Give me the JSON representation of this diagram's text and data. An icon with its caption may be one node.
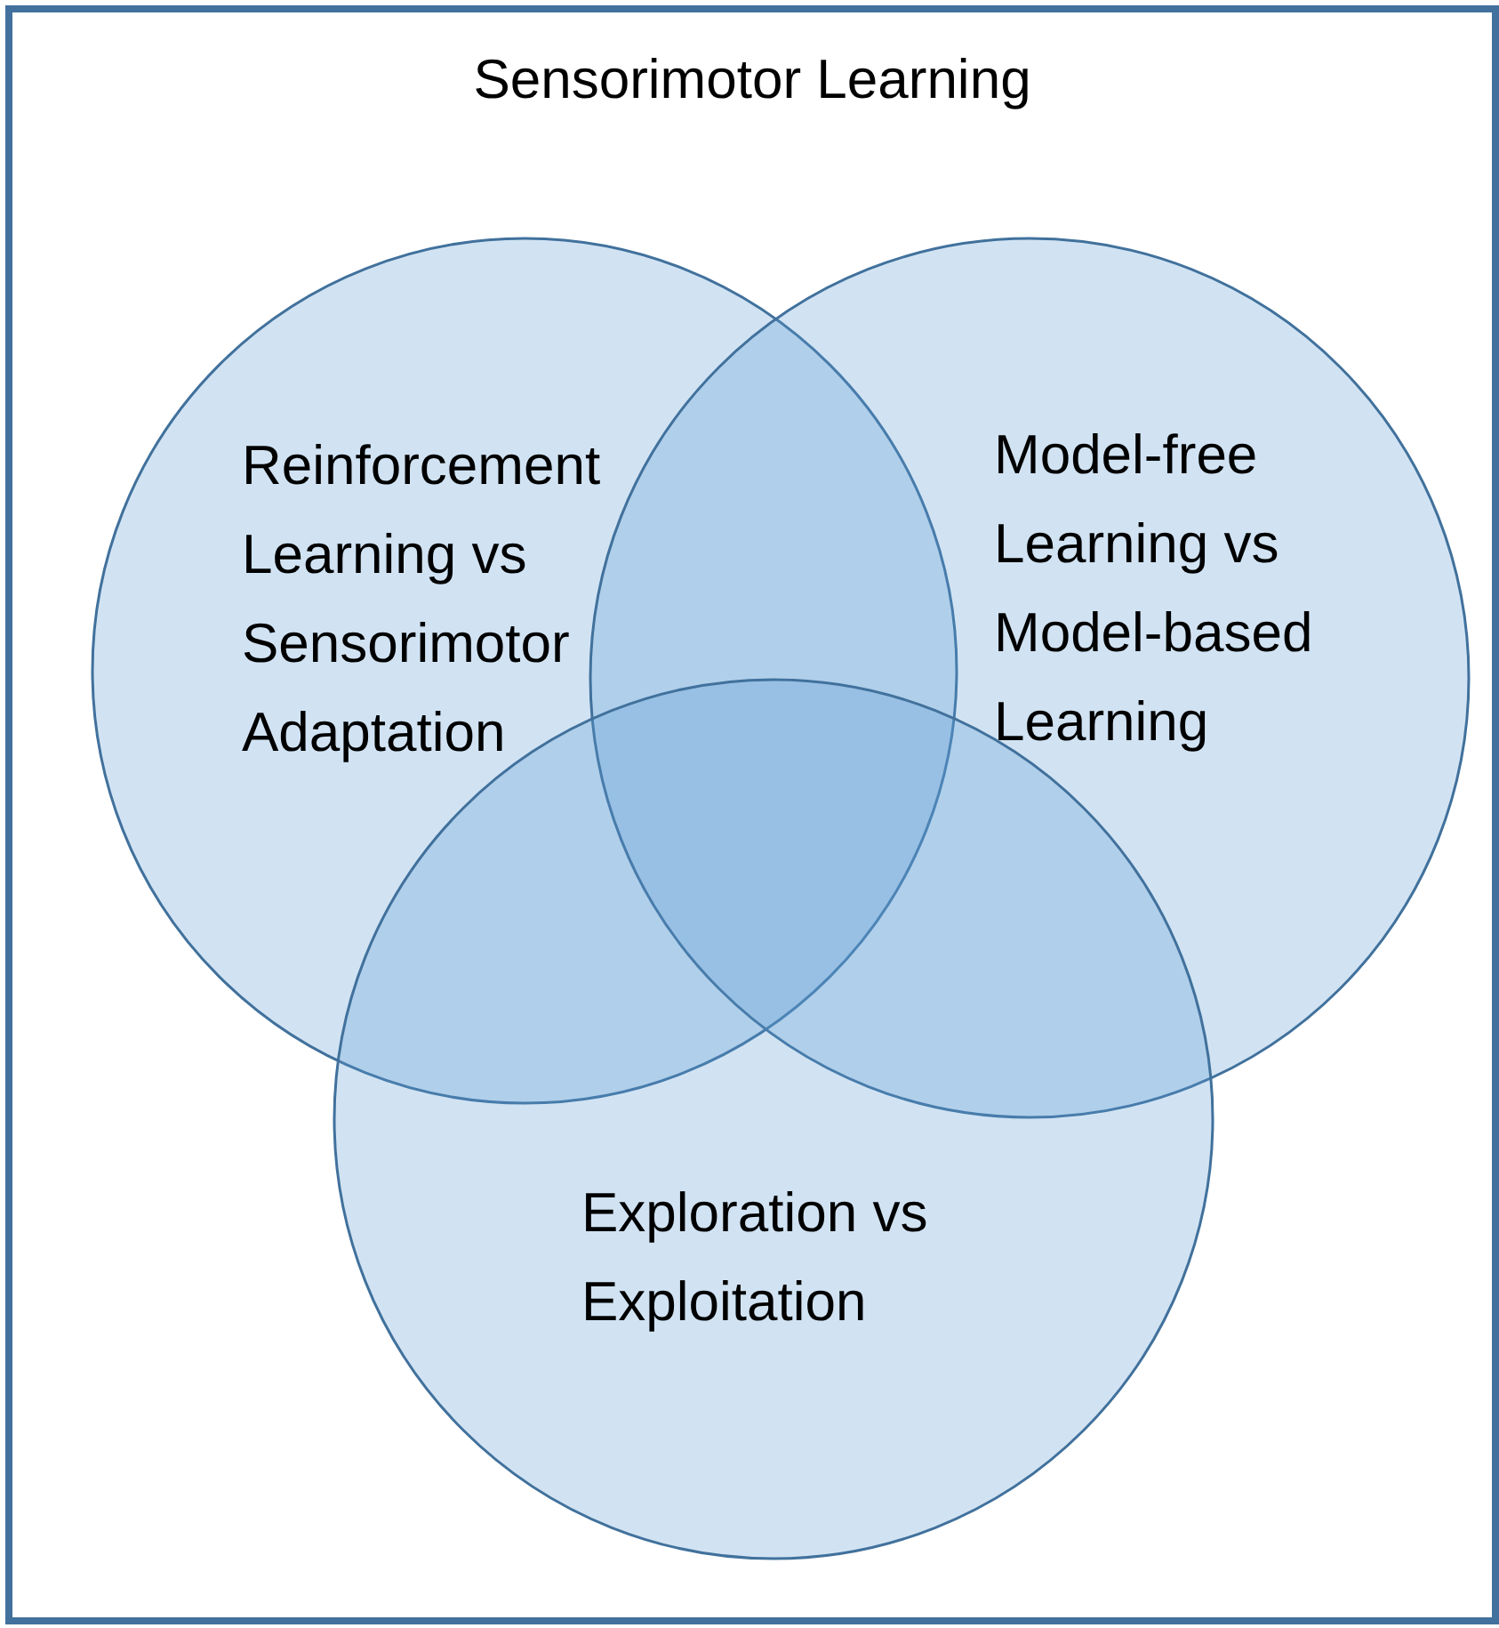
{
  "diagram": {
    "nodes": [
      {
        "text": [
          "Sensorimotor Learning"
        ]
      },
      {
        "text": [
          "Reinforcement Learning vs Sensorimotor Adaptation"
        ],
        "in": 0
      },
      {
        "text": [
          "Model-free Learning vs Model-based Learning"
        ],
        "in": 0
      },
      {
        "text": [
          "Exploration vs Exploitation"
        ],
        "in": 0
      }
    ],
    "edges": []
  }
}
